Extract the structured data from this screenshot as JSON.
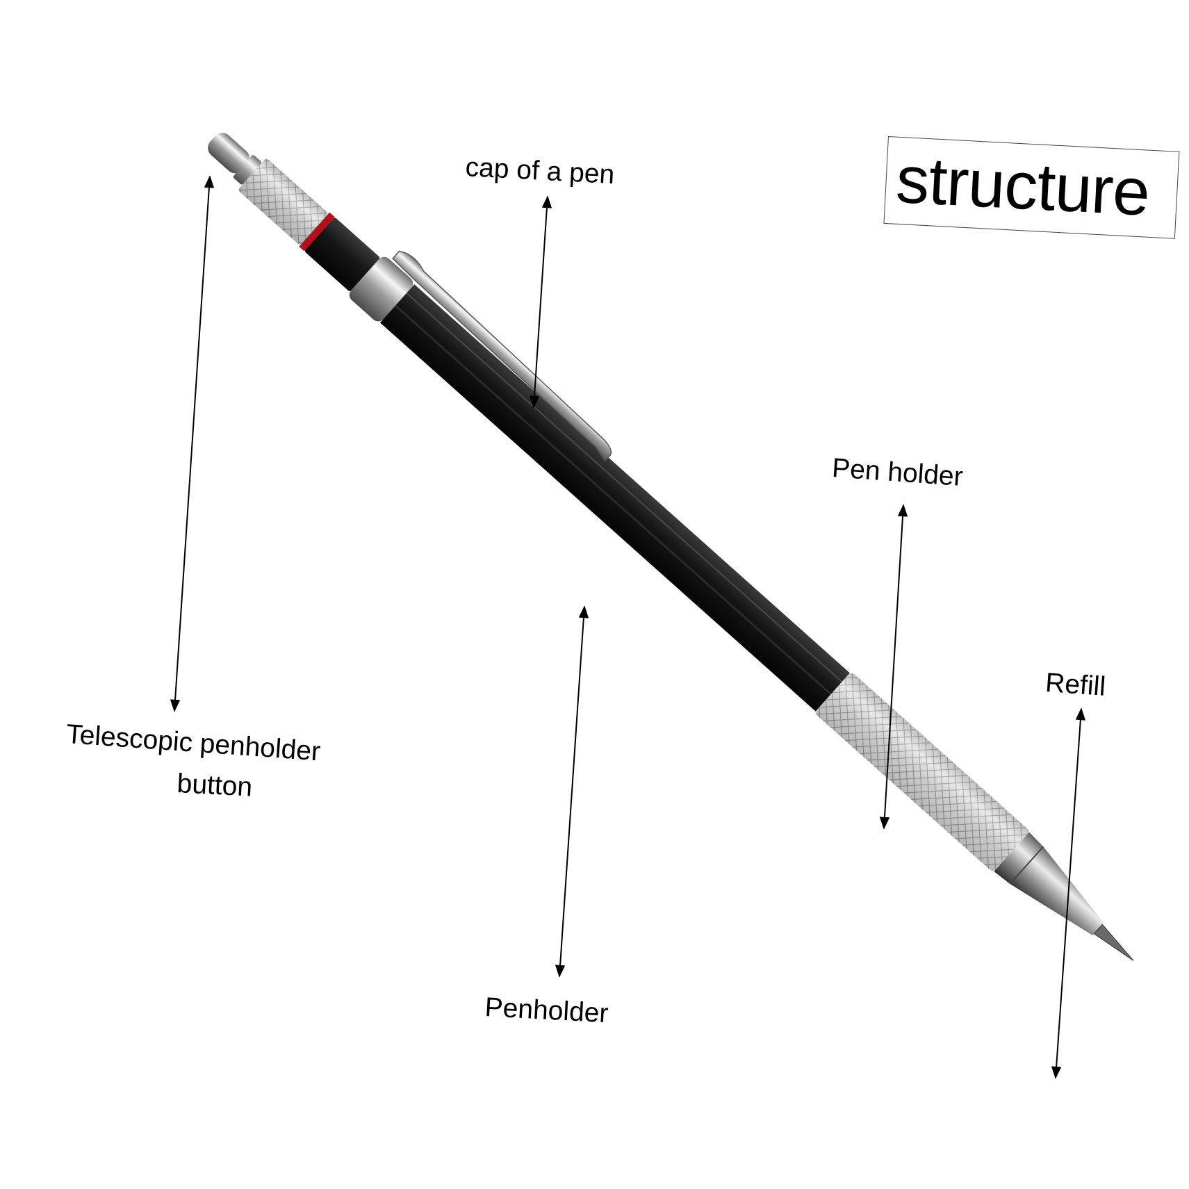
{
  "title": "structure",
  "labels": {
    "cap": "cap of a pen",
    "telescopic_line1": "Telescopic penholder",
    "telescopic_line2": "button",
    "pen_holder": "Pen holder",
    "refill": "Refill",
    "penholder": "Penholder"
  },
  "colors": {
    "barrel": "#111111",
    "metal": "#c9c9c9",
    "ring": "#b0121b"
  },
  "icons": [
    "pen-illustration",
    "arrow-icon"
  ]
}
